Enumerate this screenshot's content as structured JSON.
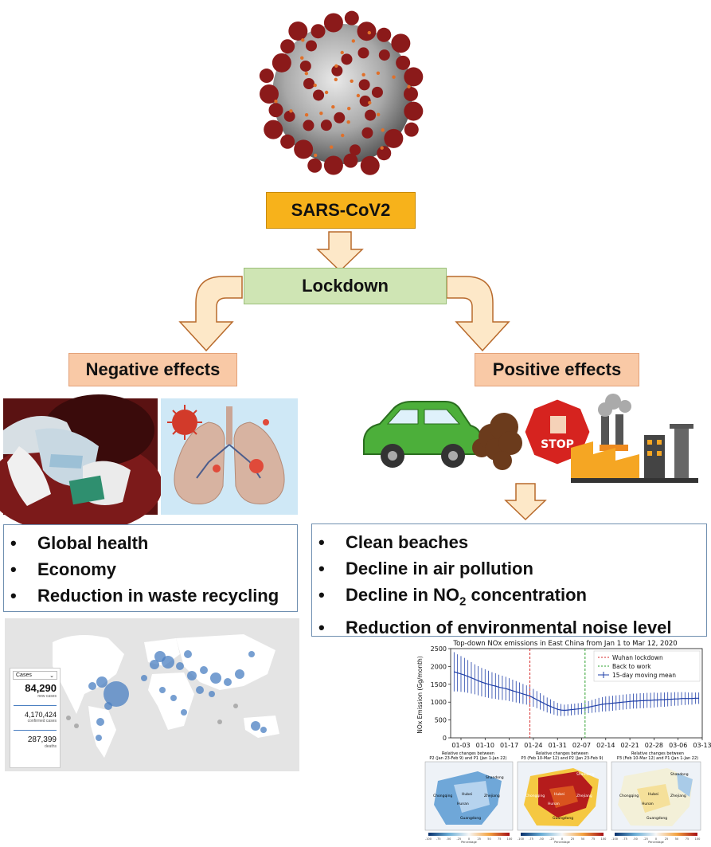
{
  "title_box": "SARS-CoV2",
  "lockdown_box": "Lockdown",
  "negative_box": "Negative effects",
  "positive_box": "Positive effects",
  "negative_list": [
    "Global health",
    "Economy",
    "Reduction in waste recycling"
  ],
  "positive_list": [
    "Clean beaches",
    "Decline in air pollution",
    "Decline in NO",
    "Reduction of environmental noise level"
  ],
  "no2_sub": "2",
  "no2_suffix": " concentration",
  "stop_sign_text": "STOP",
  "map_panel": {
    "selector": "Cases",
    "new_cases": "84,290",
    "new_cases_label": "new cases",
    "confirmed": "4,170,424",
    "confirmed_label": "confirmed cases",
    "deaths": "287,399",
    "deaths_label": "deaths"
  },
  "chart_data": {
    "type": "line",
    "title": "Top-down NOx emissions in East China from Jan 1 to Mar 12, 2020",
    "ylabel": "NOx Emission (Gg/month)",
    "xlabel": "",
    "ylim": [
      0,
      2500
    ],
    "yticks": [
      0,
      500,
      1000,
      1500,
      2000,
      2500
    ],
    "xticks": [
      "01-03",
      "01-10",
      "01-17",
      "01-24",
      "01-31",
      "02-07",
      "02-14",
      "02-21",
      "02-28",
      "03-06",
      "03-13"
    ],
    "x_start_day": 1,
    "lockdown_day": 23,
    "back_to_work_day": 39,
    "legend": [
      "Wuhan lockdown",
      "Back to work",
      "15-day moving mean"
    ],
    "legend_position": "top-right",
    "series": [
      {
        "name": "15-day moving mean",
        "x_day": [
          1,
          2,
          3,
          4,
          5,
          6,
          7,
          8,
          9,
          10,
          11,
          12,
          13,
          14,
          15,
          16,
          17,
          18,
          19,
          20,
          21,
          22,
          23,
          24,
          25,
          26,
          27,
          28,
          29,
          30,
          31,
          32,
          33,
          34,
          35,
          36,
          37,
          38,
          39,
          40,
          41,
          42,
          43,
          44,
          45,
          46,
          47,
          48,
          49,
          50,
          51,
          52,
          53,
          54,
          55,
          56,
          57,
          58,
          59,
          60,
          61,
          62,
          63,
          64,
          65,
          66,
          67,
          68,
          69,
          70,
          71,
          72
        ],
        "values": [
          1850,
          1820,
          1790,
          1760,
          1720,
          1680,
          1640,
          1600,
          1560,
          1530,
          1500,
          1470,
          1450,
          1420,
          1400,
          1380,
          1350,
          1320,
          1290,
          1260,
          1230,
          1200,
          1170,
          1120,
          1070,
          1020,
          970,
          920,
          880,
          840,
          800,
          780,
          770,
          780,
          790,
          800,
          810,
          820,
          840,
          860,
          880,
          900,
          920,
          940,
          950,
          960,
          970,
          980,
          990,
          1000,
          1010,
          1020,
          1030,
          1030,
          1040,
          1040,
          1050,
          1050,
          1060,
          1060,
          1070,
          1070,
          1080,
          1080,
          1090,
          1090,
          1100,
          1100,
          1100,
          1100,
          1110,
          1110
        ],
        "errors": [
          550,
          520,
          500,
          480,
          460,
          440,
          420,
          410,
          400,
          390,
          380,
          370,
          360,
          350,
          340,
          330,
          320,
          310,
          300,
          290,
          280,
          270,
          260,
          250,
          240,
          230,
          220,
          210,
          200,
          190,
          180,
          170,
          160,
          160,
          160,
          160,
          160,
          160,
          160,
          170,
          180,
          190,
          200,
          200,
          210,
          210,
          210,
          210,
          210,
          210,
          210,
          210,
          210,
          210,
          210,
          210,
          210,
          210,
          210,
          200,
          200,
          200,
          200,
          190,
          190,
          190,
          180,
          180,
          170,
          170,
          160,
          160
        ]
      }
    ]
  },
  "heatmap_titles": [
    [
      "Relative changes between",
      "P2 (Jan 23-Feb 9) and P1 (Jan 1-Jan 22)"
    ],
    [
      "Relative changes between",
      "P3 (Feb 10-Mar 12) and P2 (Jan 23-Feb 9)"
    ],
    [
      "Relative changes between",
      "P3 (Feb 10-Mar 12) and P1 (Jan 1-Jan 22)"
    ]
  ],
  "heatmap_places": [
    "Shandong",
    "Chongqing",
    "Hubei",
    "Zhejiang",
    "Hunan",
    "Guangdong"
  ],
  "colorbar_ticks": [
    "-100",
    "-75",
    "-50",
    "-25",
    "0",
    "25",
    "50",
    "75",
    "100"
  ],
  "colorbar_label": "Percentage",
  "colors": {
    "orange": "#f7b21b",
    "green": "#cfe5b4",
    "salmon": "#f9c9a6",
    "arrow_fill": "#fde8c8",
    "arrow_stroke": "#b86a2c",
    "blue": "#1f3fa8",
    "lockdown_line": "#d62728",
    "work_line": "#2ca02c"
  }
}
